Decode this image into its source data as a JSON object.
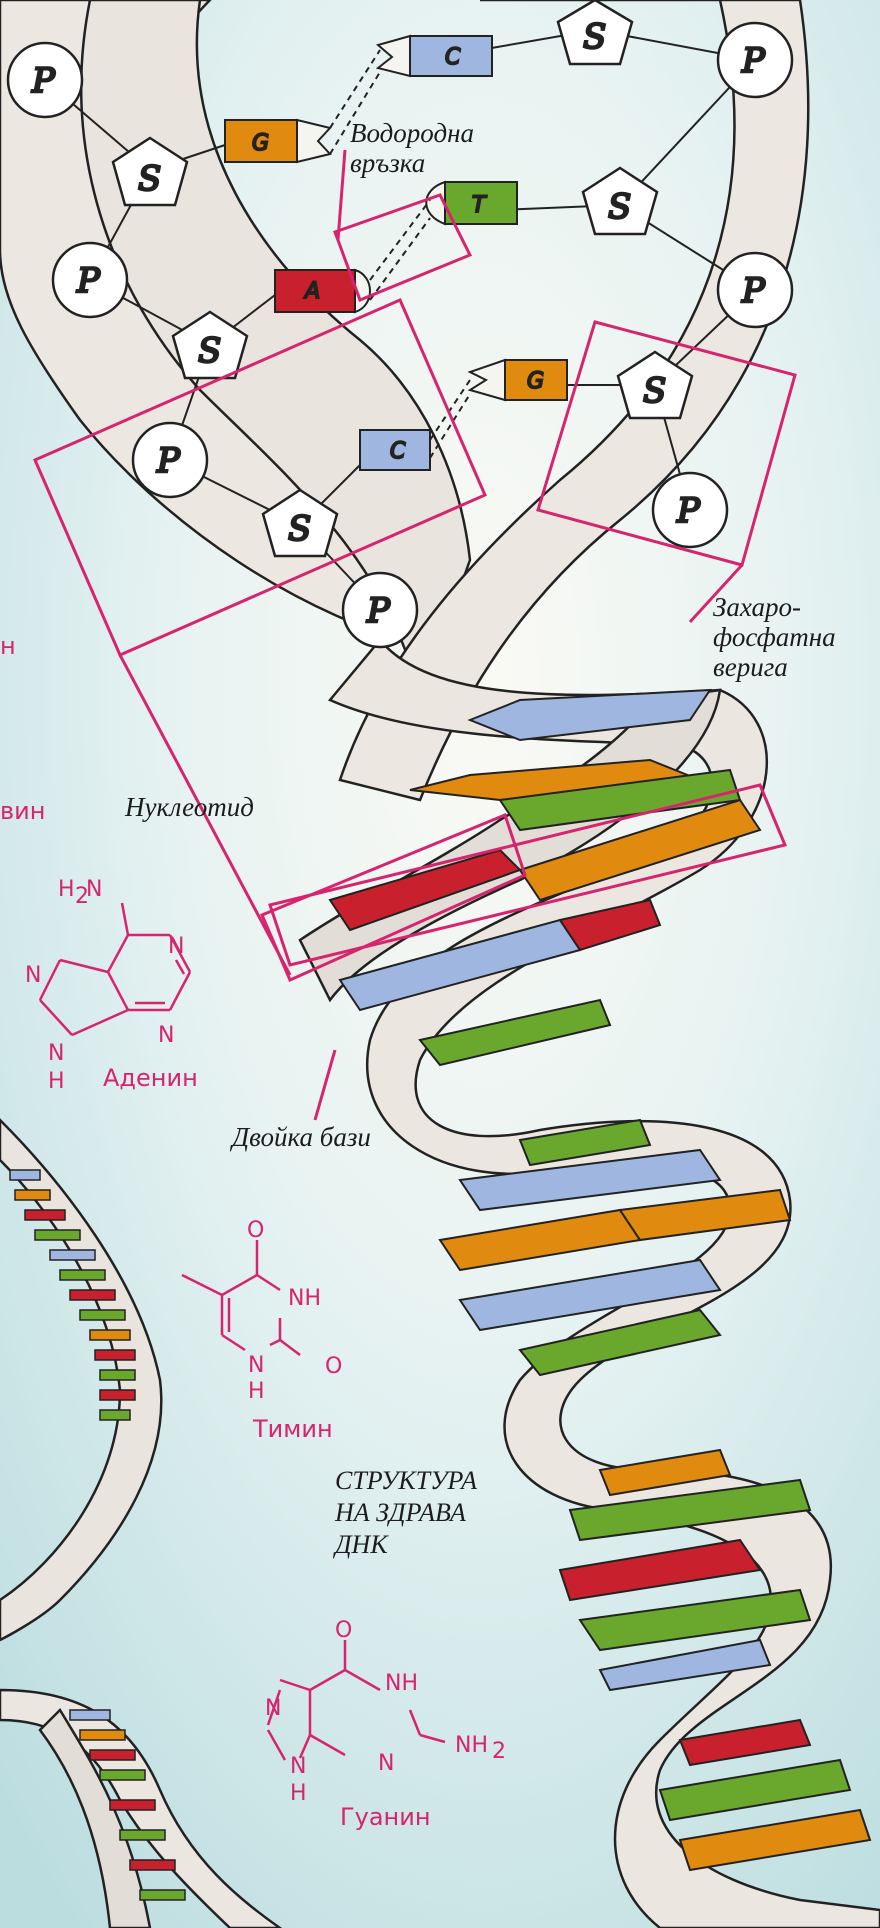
{
  "colors": {
    "adenine": "#c8202c",
    "thymine": "#6aa82d",
    "guanine": "#e08a10",
    "cytosine": "#9fb7e0",
    "accent": "#d6246e",
    "strand": "#efebe6",
    "background": "#dfeef0"
  },
  "labels": {
    "hydrogen_bond": [
      "Водородна",
      "връзка"
    ],
    "sugar_phosphate": [
      "Захаро-",
      "фосфатна",
      "верига"
    ],
    "nucleotide": "Нуклеотид",
    "base_pair": "Двойка бази",
    "structure_title": [
      "СТРУКТУРА",
      "НА ЗДРАВА",
      "ДНК"
    ]
  },
  "nodes": {
    "phosphate": "P",
    "sugar": "S",
    "bases": {
      "g": "G",
      "c": "C",
      "a": "A",
      "t": "T"
    }
  },
  "molecules": {
    "adenine": {
      "name": "Аденин",
      "atoms": {
        "amine_h": "H",
        "amine_sub": "2",
        "amine_n": "N",
        "n1": "N",
        "n3": "N",
        "n7": "N",
        "n9": "N",
        "h9": "H"
      }
    },
    "thymine": {
      "name": "Тимин",
      "atoms": {
        "o4": "O",
        "nh3": "NH",
        "o2": "O",
        "n1": "N",
        "h1": "H"
      }
    },
    "guanine": {
      "name": "Гуанин",
      "atoms": {
        "o6": "O",
        "nh1": "NH",
        "nh2": "NH",
        "nh2_sub": "2",
        "n3": "N",
        "n7": "N",
        "n9": "N",
        "h9": "H"
      }
    }
  },
  "edge_text": [
    "н",
    "вин"
  ]
}
